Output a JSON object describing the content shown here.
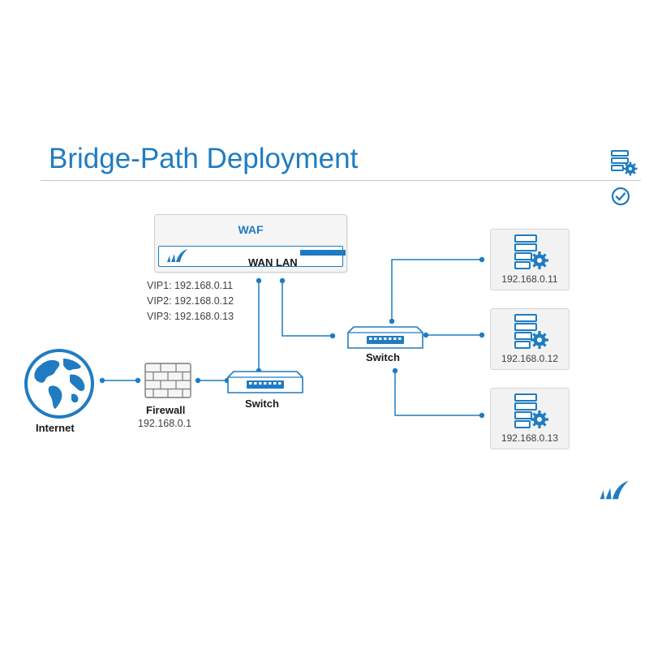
{
  "title": "Bridge-Path Deployment",
  "waf": {
    "title": "WAF",
    "ports_label": "WAN LAN"
  },
  "vips": [
    "VIP1: 192.168.0.11",
    "VIP2: 192.168.0.12",
    "VIP3: 192.168.0.13"
  ],
  "internet": {
    "label": "Internet"
  },
  "firewall": {
    "label": "Firewall",
    "ip": "192.168.0.1"
  },
  "switch_left": {
    "label": "Switch"
  },
  "switch_right": {
    "label": "Switch"
  },
  "servers": [
    {
      "ip": "192.168.0.11"
    },
    {
      "ip": "192.168.0.12"
    },
    {
      "ip": "192.168.0.13"
    }
  ],
  "colors": {
    "accent": "#1f7cc2",
    "box_bg": "#f2f2f2",
    "text": "#404040"
  },
  "icons": [
    "server-config-icon",
    "check-circle-icon",
    "globe-icon",
    "firewall-icon",
    "switch-icon",
    "server-gear-icon",
    "barracuda-logo-icon"
  ]
}
